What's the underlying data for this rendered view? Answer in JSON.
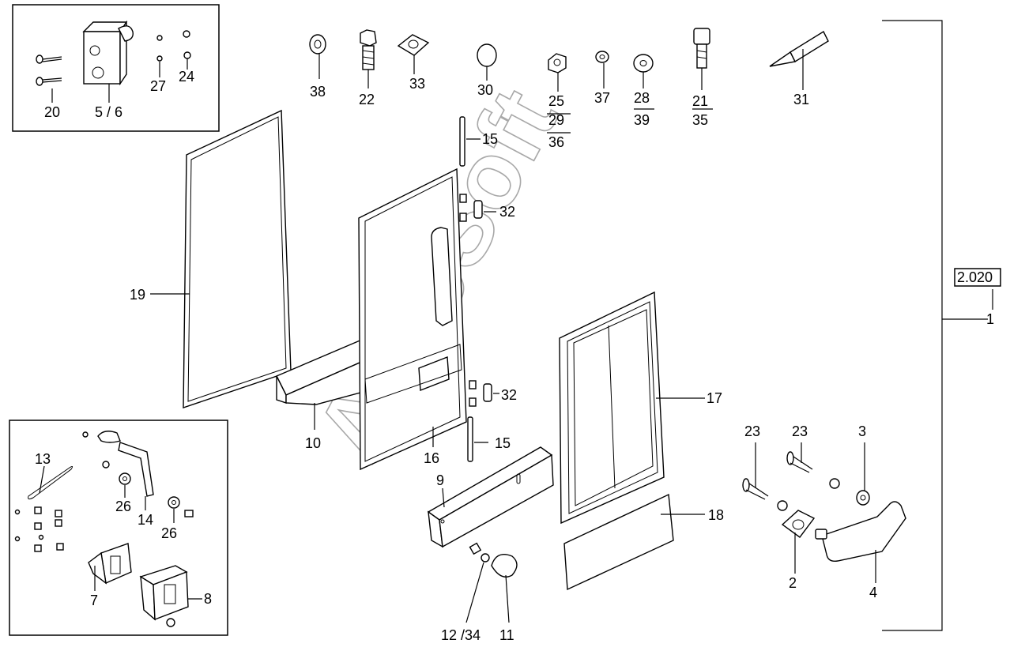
{
  "watermark": "AutoSoft",
  "reference_box": "2.020",
  "labels": {
    "l1": "1",
    "l2": "2",
    "l3": "3",
    "l4": "4",
    "l5_6": "5 / 6",
    "l7": "7",
    "l8": "8",
    "l9": "9",
    "l10": "10",
    "l11": "11",
    "l12_34": "12 /34",
    "l13": "13",
    "l14": "14",
    "l15a": "15",
    "l15b": "15",
    "l16": "16",
    "l17": "17",
    "l18": "18",
    "l19": "19",
    "l20": "20",
    "l21": "21",
    "l35": "35",
    "l22": "22",
    "l23a": "23",
    "l23b": "23",
    "l24": "24",
    "l25": "25",
    "l29": "29",
    "l36": "36",
    "l26a": "26",
    "l26b": "26",
    "l27": "27",
    "l28": "28",
    "l39": "39",
    "l30": "30",
    "l31": "31",
    "l32a": "32",
    "l32b": "32",
    "l33": "33",
    "l37": "37",
    "l38": "38"
  }
}
